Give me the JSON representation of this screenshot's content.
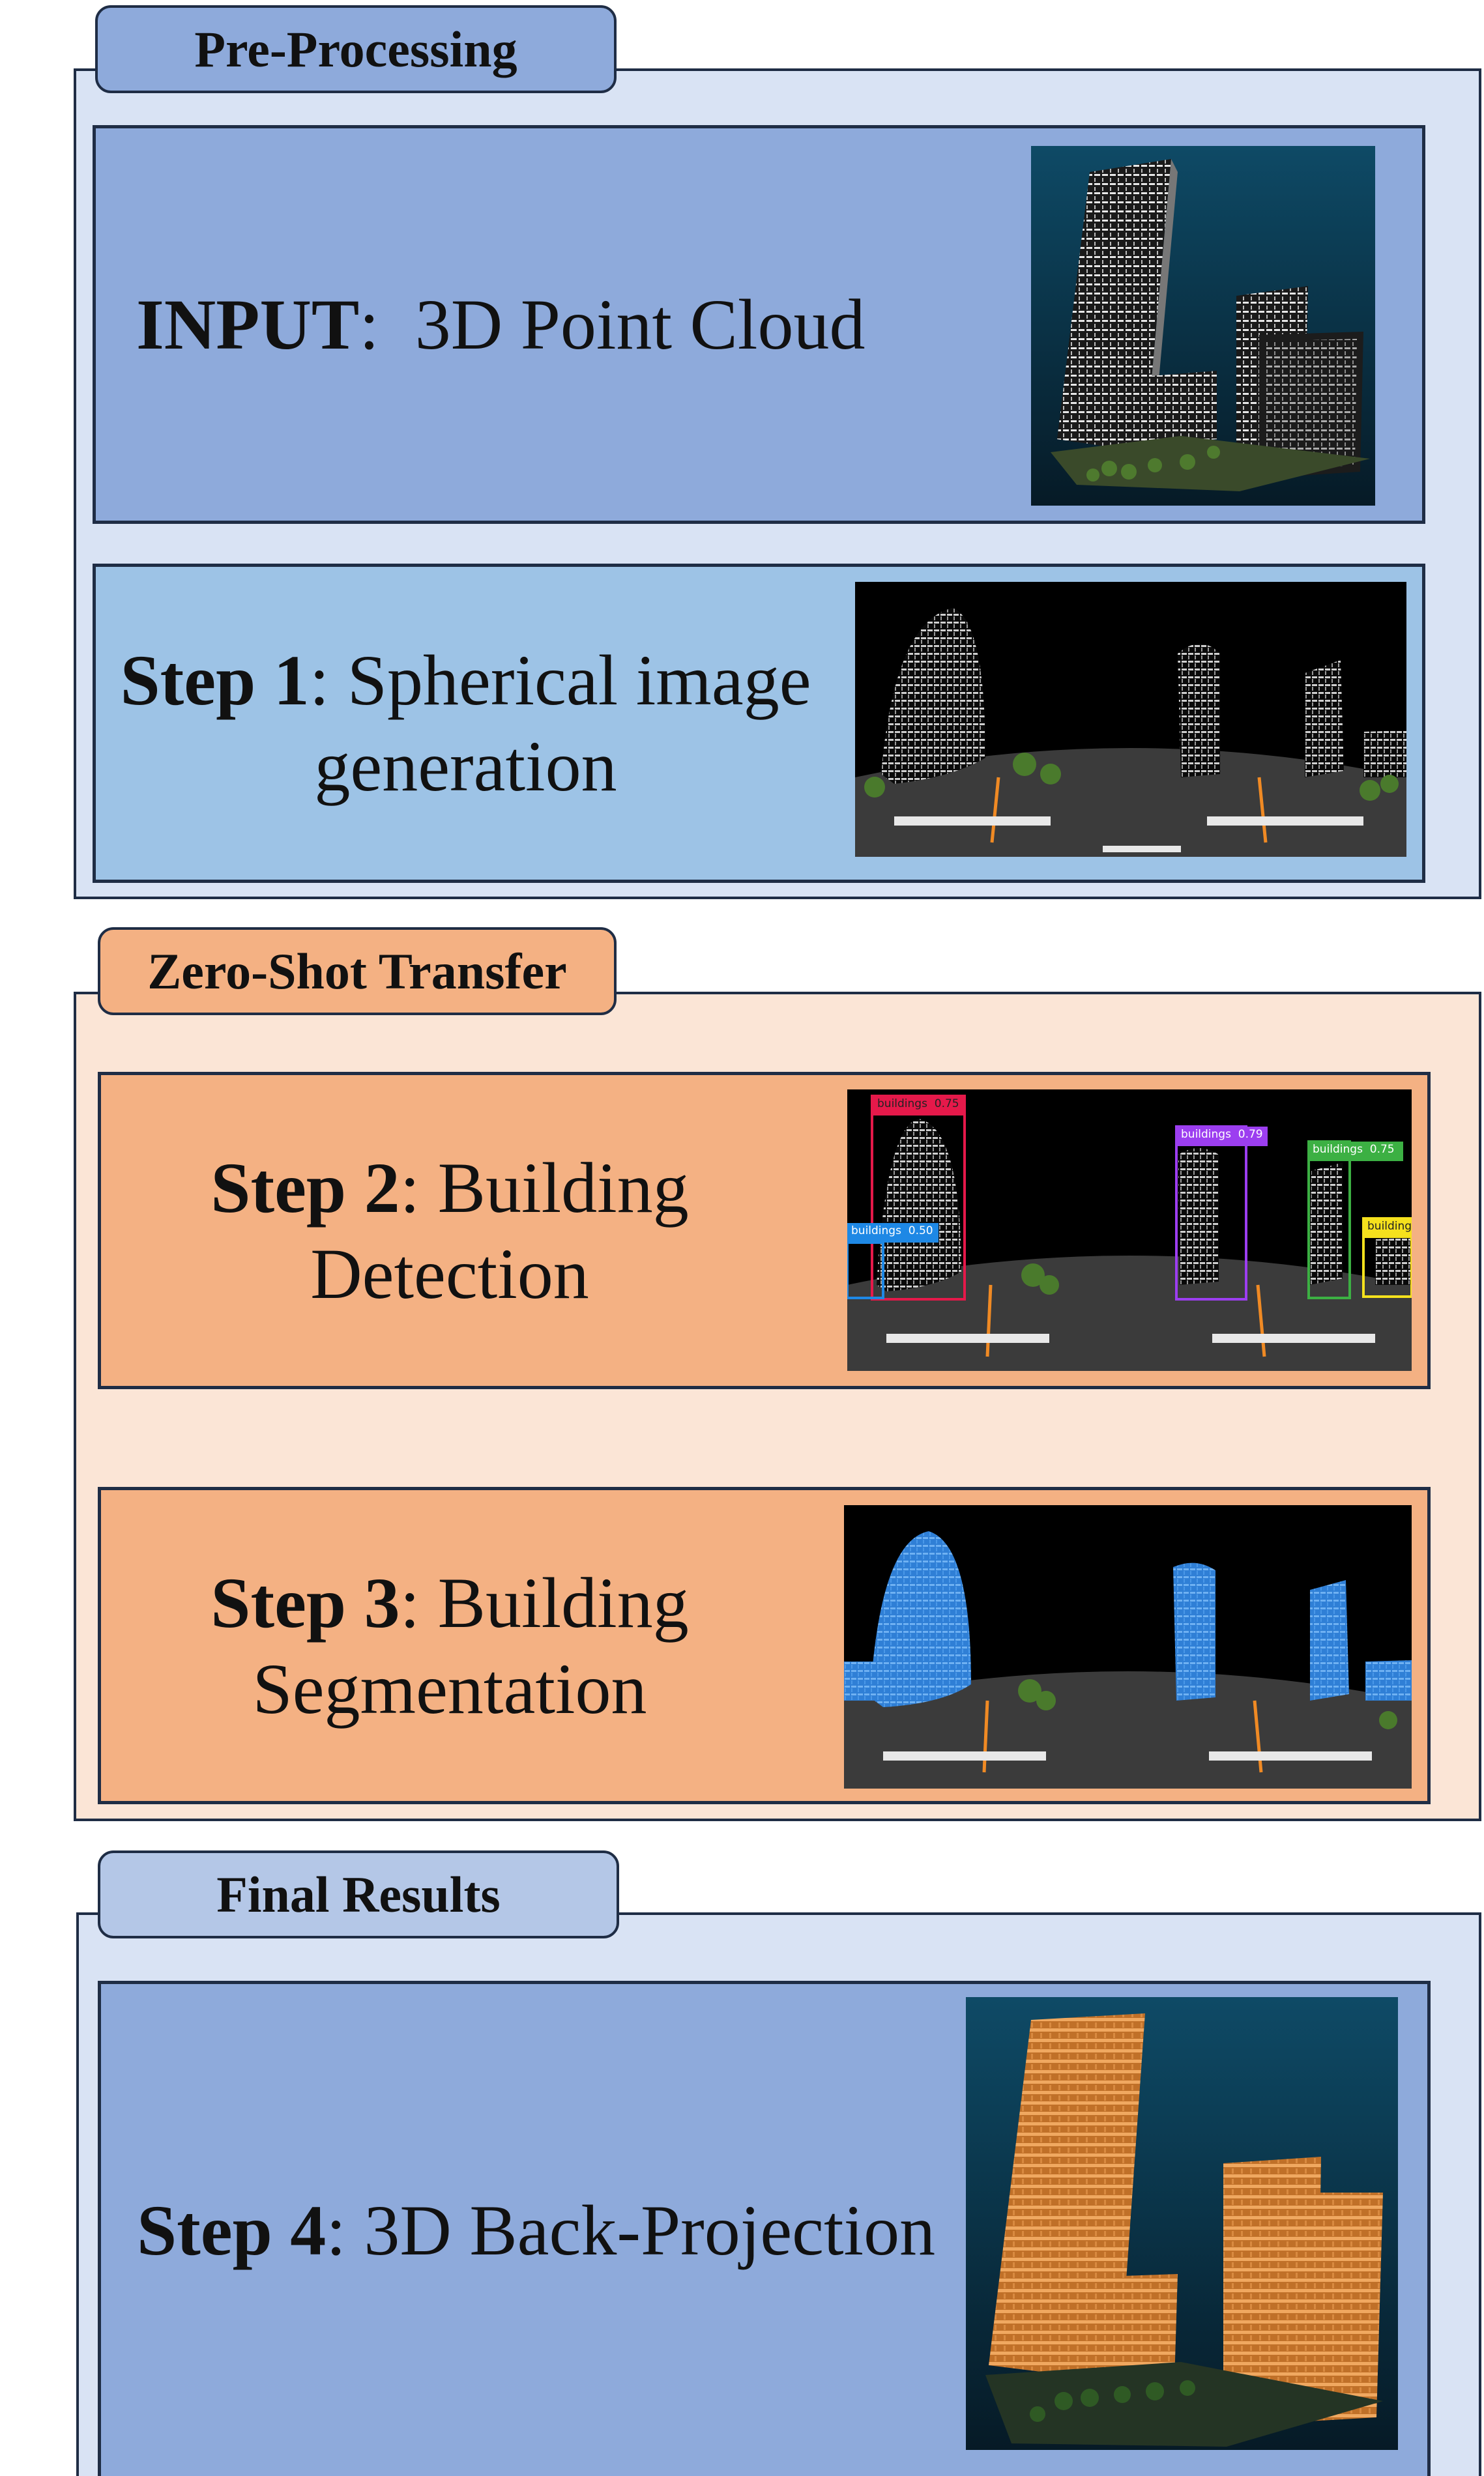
{
  "sections": {
    "preprocessing": {
      "title": "Pre-Processing"
    },
    "zero_shot": {
      "title": "Zero-Shot Transfer"
    },
    "final": {
      "title": "Final Results"
    }
  },
  "steps": {
    "input": {
      "bold": "INPUT",
      "rest": ":  3D Point Cloud"
    },
    "step1": {
      "bold": "Step 1",
      "rest": ": Spherical image",
      "line2": "generation"
    },
    "step2": {
      "bold": "Step 2",
      "rest": ": Building",
      "line2": "Detection"
    },
    "step3": {
      "bold": "Step 3",
      "rest": ": Building",
      "line2": "Segmentation"
    },
    "step4": {
      "bold": "Step 4",
      "rest": ": 3D Back-Projection"
    }
  },
  "detections": [
    {
      "label": "buildings  0.75",
      "color": "#e5194a"
    },
    {
      "label": "buildings  0.50",
      "color": "#1e88e5"
    },
    {
      "label": "buildings  0.79",
      "color": "#9c3ef0"
    },
    {
      "label": "buildings  0.75",
      "color": "#3cb043"
    },
    {
      "label": "building",
      "color": "#f5e11d"
    }
  ],
  "colors": {
    "preprocessing_bg": "#d9e3f4",
    "input_box": "#8eaadb",
    "step1_box": "#9dc3e6",
    "zero_shot_bg": "#fbe5d6",
    "orange_box": "#f4b183",
    "final_tab": "#b4c7e7",
    "border": "#1f2d45"
  }
}
